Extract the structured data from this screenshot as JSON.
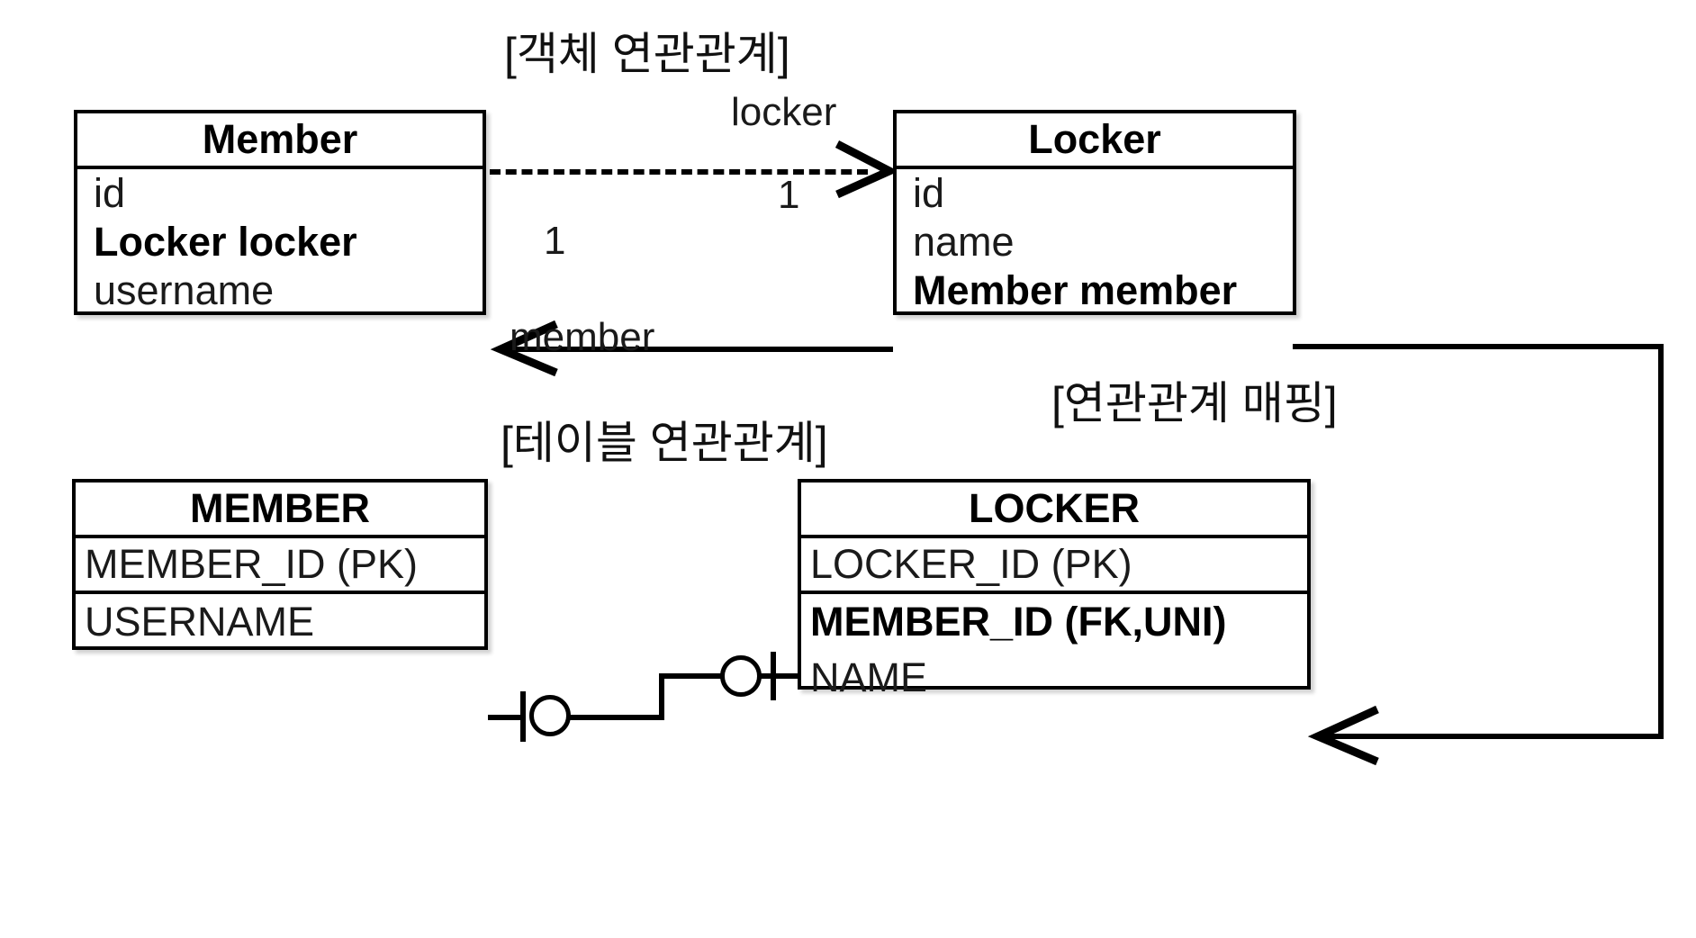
{
  "diagram": {
    "title_object_association": "[객체 연관관계]",
    "title_table_association": "[테이블 연관관계]",
    "title_association_mapping": "[연관관계 매핑]"
  },
  "object_model": {
    "member_class": {
      "name": "Member",
      "attributes": [
        {
          "text": "id",
          "bold": false
        },
        {
          "text": "Locker locker",
          "bold": true
        },
        {
          "text": "username",
          "bold": false
        }
      ]
    },
    "locker_class": {
      "name": "Locker",
      "attributes": [
        {
          "text": "id",
          "bold": false
        },
        {
          "text": "name",
          "bold": false
        },
        {
          "text": "Member member",
          "bold": true
        }
      ]
    },
    "associations": [
      {
        "name": "locker-association",
        "role_label": "locker",
        "multiplicity": "1",
        "style": "dashed",
        "direction": "member-to-locker"
      },
      {
        "name": "member-association",
        "role_label": "member",
        "multiplicity": "1",
        "style": "solid",
        "direction": "locker-to-member"
      }
    ]
  },
  "table_model": {
    "member_table": {
      "name": "MEMBER",
      "columns": [
        {
          "text": "MEMBER_ID (PK)",
          "bold": false
        },
        {
          "text": "USERNAME",
          "bold": false
        }
      ]
    },
    "locker_table": {
      "name": "LOCKER",
      "columns": [
        {
          "text": "LOCKER_ID (PK)",
          "bold": false
        },
        {
          "text": "MEMBER_ID (FK,UNI)",
          "bold": true
        },
        {
          "text": "NAME",
          "bold": false
        }
      ]
    },
    "relationship": {
      "name": "member-locker-fk",
      "member_side_notation": "one-and-only-one-optional",
      "locker_side_notation": "zero-or-one"
    }
  }
}
